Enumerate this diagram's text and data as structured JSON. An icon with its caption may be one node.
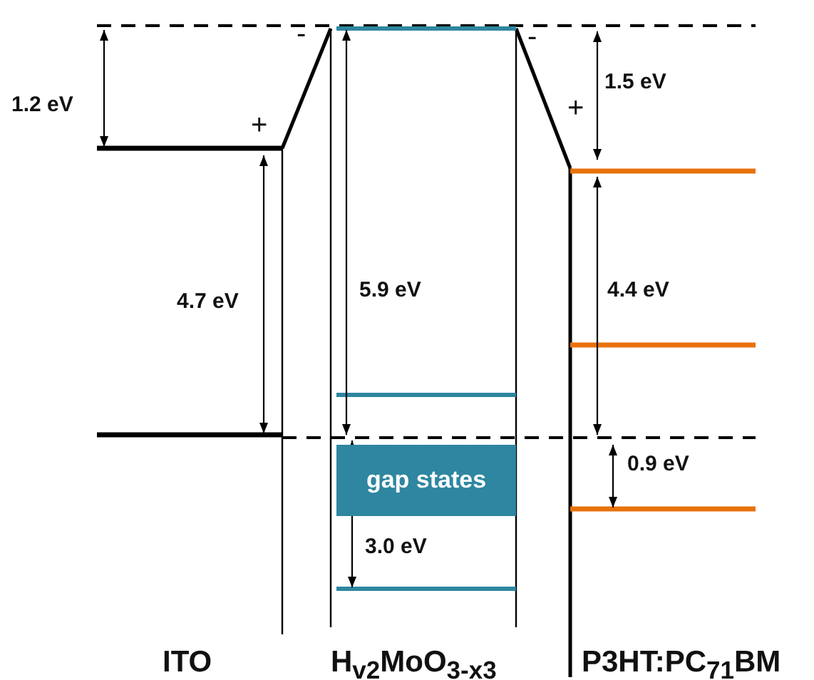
{
  "diagram": {
    "nodes": [
      {
        "text": [
          "gap states"
        ]
      }
    ],
    "edges": [],
    "labels": [
      "1.2 eV",
      "-",
      "+",
      "-",
      "1.5 eV",
      "+",
      "4.7 eV",
      "5.9 eV",
      "4.4 eV",
      "0.9 eV",
      "3.0 eV",
      "ITO",
      "H$_{v2}$MoO$_{3-x3}$",
      "P3HT:PC$_{71}$BM"
    ]
  }
}
